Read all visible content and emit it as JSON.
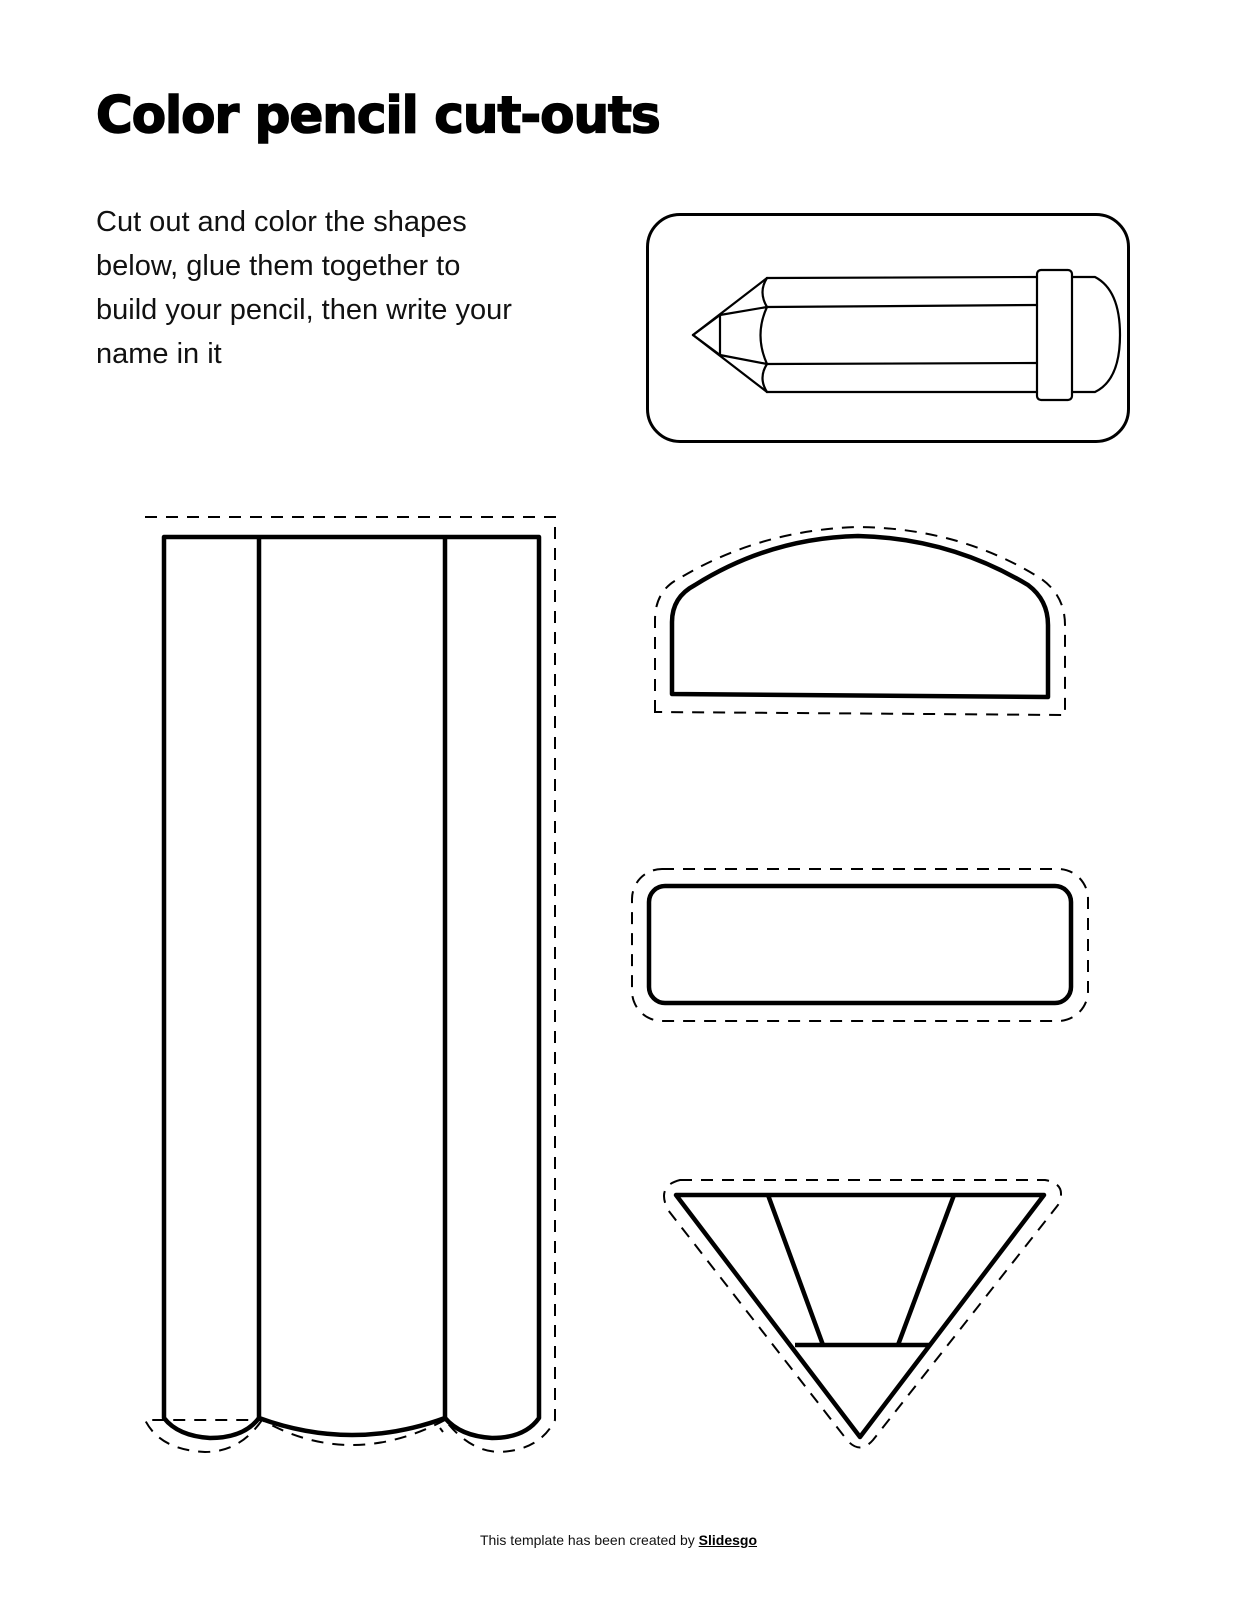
{
  "page": {
    "title": "Color pencil cut-outs",
    "instructions": "Cut out and color the shapes below, glue them together to build your pencil, then write your name in it"
  },
  "preview": {
    "label": "assembled-pencil-example"
  },
  "cutouts": [
    {
      "name": "pencil-body",
      "description": "Pencil body with three stripes and scalloped bottom"
    },
    {
      "name": "eraser",
      "description": "Dome-shaped eraser"
    },
    {
      "name": "ferrule",
      "description": "Rounded rectangle metal band"
    },
    {
      "name": "pencil-tip",
      "description": "Inverted triangle sharpened tip"
    }
  ],
  "footer": {
    "prefix": "This template has been created by ",
    "link_text": "Slidesgo"
  },
  "colors": {
    "stroke": "#000000",
    "background": "#ffffff"
  }
}
